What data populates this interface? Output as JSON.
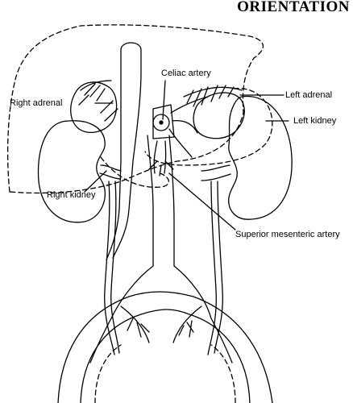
{
  "heading": "ORIENTATION",
  "labels": {
    "celiac_artery": "Celiac artery",
    "right_adrenal": "Right adrenal",
    "left_adrenal": "Left adrenal",
    "left_kidney": "Left kidney",
    "right_kidney": "Right kidney",
    "superior_mesenteric_artery": "Superior mesenteric artery"
  }
}
